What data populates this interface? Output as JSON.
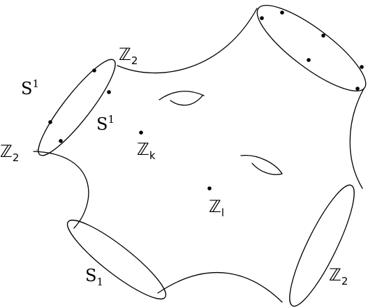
{
  "labels": {
    "z2_top": {
      "base": "ℤ",
      "sub": "2"
    },
    "z2_left": {
      "base": "ℤ",
      "sub": "2"
    },
    "z2_bottom_right": {
      "base": "ℤ",
      "sub": "2"
    },
    "zk": {
      "base": "ℤ",
      "sub": "k"
    },
    "zl": {
      "base": "ℤ",
      "sub": "l"
    },
    "s1_upper": {
      "base": "S",
      "sup": "1"
    },
    "s1_lower": {
      "base": "S",
      "sup": "1"
    },
    "s1_bottom": {
      "base": "S",
      "sub": "1"
    }
  }
}
